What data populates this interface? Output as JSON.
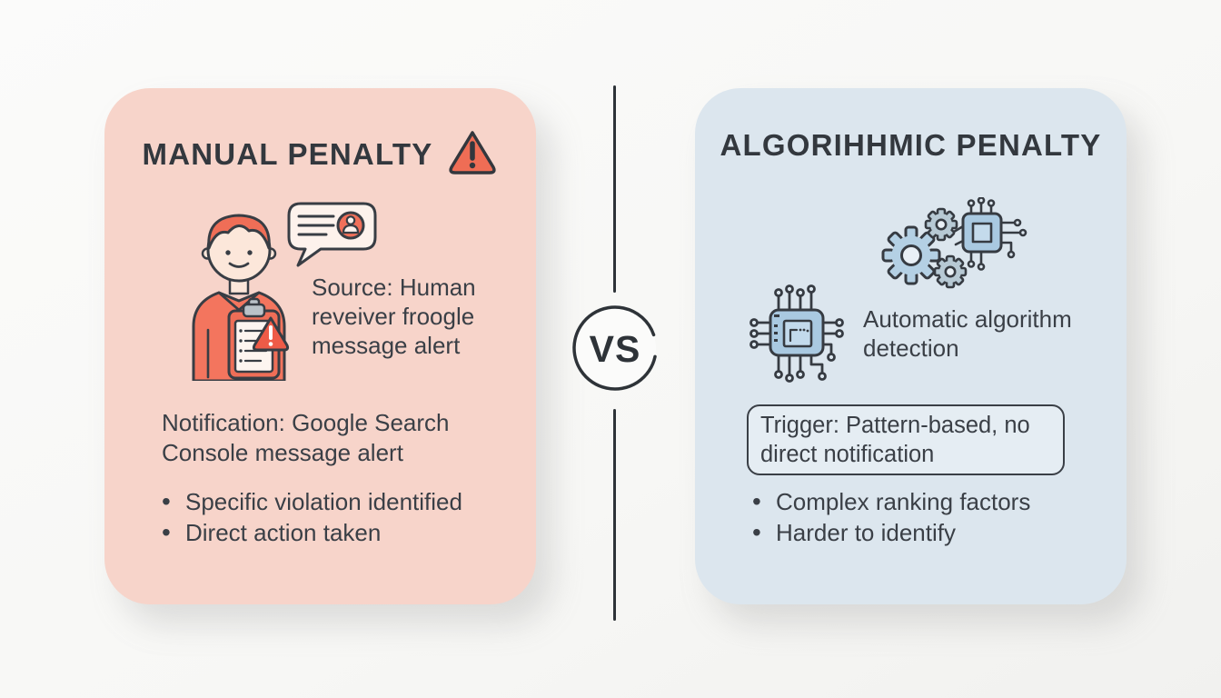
{
  "page": {
    "background": "#fafaf8"
  },
  "divider": {
    "vs_label": "VS"
  },
  "left_card": {
    "title": "MANUAL PENALTY",
    "bg_color": "#f7d4ca",
    "accent_color": "#ef6c55",
    "icons": [
      "warning-triangle-icon",
      "reviewer-person-icon",
      "message-alert-bubble-icon"
    ],
    "source_lines": [
      "Source: Human",
      "reveiver froogle",
      "message alert"
    ],
    "notification_lines": [
      "Notification: Google Search",
      "Console message alert"
    ],
    "bullets": [
      "Specific violation identified",
      "Direct action taken"
    ]
  },
  "right_card": {
    "title": "ALGORIHHMIC PENALTY",
    "bg_color": "#dce6ee",
    "accent_color": "#a9c9e1",
    "icons": [
      "gears-icon",
      "circuit-chip-icon"
    ],
    "detection_lines": [
      "Automatic algorithm",
      "detection"
    ],
    "trigger_lines": [
      "Trigger: Pattern-based, no",
      "direct notification"
    ],
    "bullets": [
      "Complex ranking factors",
      "Harder to identify"
    ]
  }
}
